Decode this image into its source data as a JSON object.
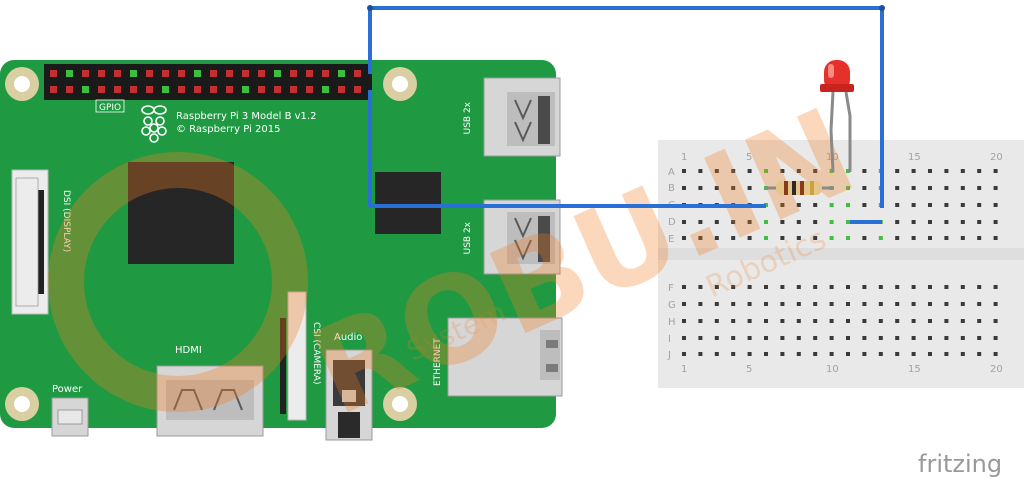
{
  "board": {
    "title": "Raspberry Pi 3 Model B v1.2",
    "copyright": "© Raspberry Pi 2015",
    "gpio_label": "GPIO",
    "dsi_label": "DSI (DISPLAY)",
    "csi_label": "CSI (CAMERA)",
    "hdmi_label": "HDMI",
    "audio_label": "Audio",
    "power_label": "Power",
    "ethernet_label": "ETHERNET",
    "usb_top_label": "USB 2x",
    "usb_bottom_label": "USB 2x"
  },
  "breadboard": {
    "column_numbers": [
      "1",
      "5",
      "10",
      "15",
      "20"
    ],
    "rows_top": [
      "A",
      "B",
      "C",
      "D",
      "E"
    ],
    "rows_bottom": [
      "F",
      "G",
      "H",
      "I",
      "J"
    ]
  },
  "watermark": {
    "text": "ROBU.IN",
    "tagline": "Robotics",
    "subtag": "System"
  },
  "brand": {
    "name": "fritzing"
  },
  "colors": {
    "pcb": "#1f9a42",
    "wire": "#2a6fd6",
    "led": "#e5302b",
    "watermark": "#f07c22",
    "breadboard": "#e9e9e9"
  }
}
